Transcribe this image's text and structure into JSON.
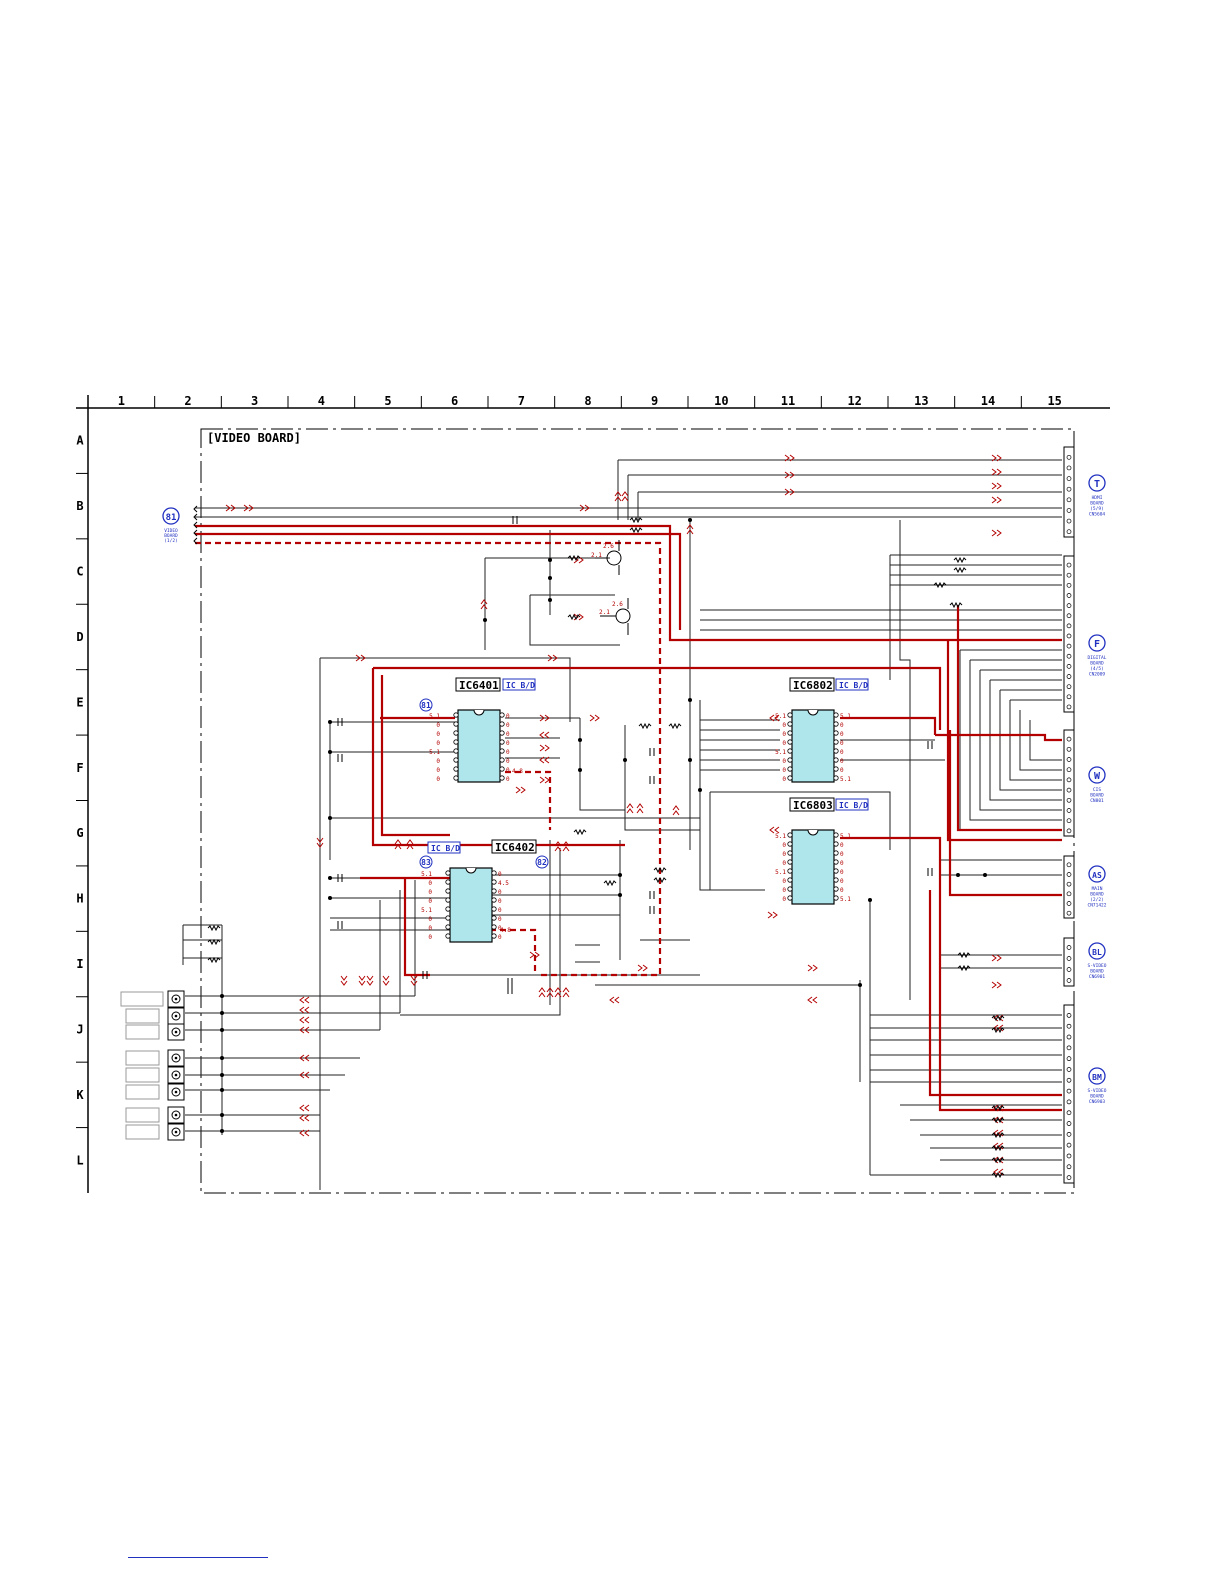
{
  "columns": [
    "1",
    "2",
    "3",
    "4",
    "5",
    "6",
    "7",
    "8",
    "9",
    "10",
    "11",
    "12",
    "13",
    "14",
    "15"
  ],
  "rows": [
    "A",
    "B",
    "C",
    "D",
    "E",
    "F",
    "G",
    "H",
    "I",
    "J",
    "K",
    "L"
  ],
  "board_title": "[VIDEO BOARD]",
  "ics": [
    {
      "name": "IC6401",
      "tag": "IC B/D"
    },
    {
      "name": "IC6402",
      "tag": "IC B/D"
    },
    {
      "name": "IC6802",
      "tag": "IC B/D"
    },
    {
      "name": "IC6803",
      "tag": "IC B/D"
    }
  ],
  "left_connector": {
    "ref": "81",
    "lines": [
      "VIDEO",
      "BOARD",
      "(1/2)"
    ]
  },
  "connectors": [
    {
      "ref": "T",
      "lines": [
        "HDMI",
        "BOARD",
        "(5/9)",
        "CN5604"
      ]
    },
    {
      "ref": "F",
      "lines": [
        "DIGITAL",
        "BOARD",
        "(4/5)",
        "CN2009"
      ]
    },
    {
      "ref": "W",
      "lines": [
        "CIS",
        "BOARD",
        "CN801"
      ]
    },
    {
      "ref": "AS",
      "lines": [
        "MAIN",
        "BOARD",
        "(2/2)",
        "CN71422"
      ]
    },
    {
      "ref": "BL",
      "lines": [
        "S-VIDEO",
        "BOARD",
        "CN6901"
      ]
    },
    {
      "ref": "BM",
      "lines": [
        "S-VIDEO",
        "BOARD",
        "CN6903"
      ]
    }
  ],
  "markers": {
    "m81": "81",
    "m83": "83",
    "m82": "82"
  },
  "voltages": {
    "q1": "2.1",
    "q1b": "2.6",
    "q2": "2.1",
    "q2b": "2.6",
    "ic6401_right": [
      "0",
      "0",
      "0",
      "0",
      "0",
      "0",
      "0",
      "0"
    ],
    "ic6401_special": "4.8",
    "ic6402_right": [
      "0",
      "4.5",
      "0",
      "0",
      "0",
      "0",
      "0",
      "0"
    ],
    "ic6402_special": "4.8",
    "ic6802_right": [
      "5.1",
      "0",
      "0",
      "0",
      "0",
      "0",
      "0",
      "5.1"
    ],
    "ic6803_right": [
      "5.1",
      "0",
      "0",
      "0",
      "0",
      "0",
      "0",
      "5.1"
    ],
    "left_pins": [
      "5.1",
      "0",
      "0",
      "0",
      "5.1",
      "0",
      "0",
      "0"
    ]
  },
  "colors": {
    "signal_red": "#b30000",
    "line_black": "#111111",
    "label_blue": "#2030c0",
    "chip_fill": "#aee6ec"
  }
}
